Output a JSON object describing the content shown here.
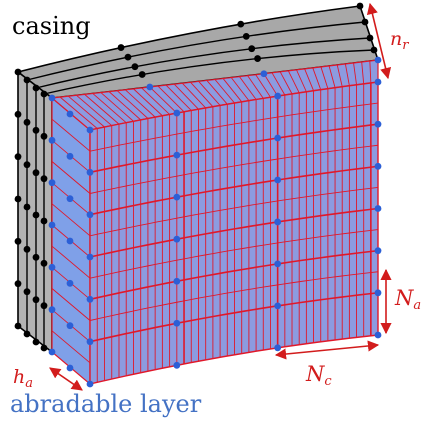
{
  "labels": {
    "casing": "casing",
    "abradable_layer": "abradable layer"
  },
  "math": {
    "n_r": {
      "base": "n",
      "sub": "r"
    },
    "N_a": {
      "base": "N",
      "sub": "a"
    },
    "N_c": {
      "base": "N",
      "sub": "c"
    },
    "h_a": {
      "base": "h",
      "sub": "a"
    }
  },
  "colors": {
    "casing_fill": "#a8a8a8",
    "abradable_fill": "#8c9be0",
    "abradable_side_fill": "#7fa0e8",
    "mesh_line": "#e0182a",
    "node_casing": "#000000",
    "node_abradable": "#2c5fd6",
    "label_blue": "#4472c4",
    "annotation_red": "#d21c1c"
  }
}
